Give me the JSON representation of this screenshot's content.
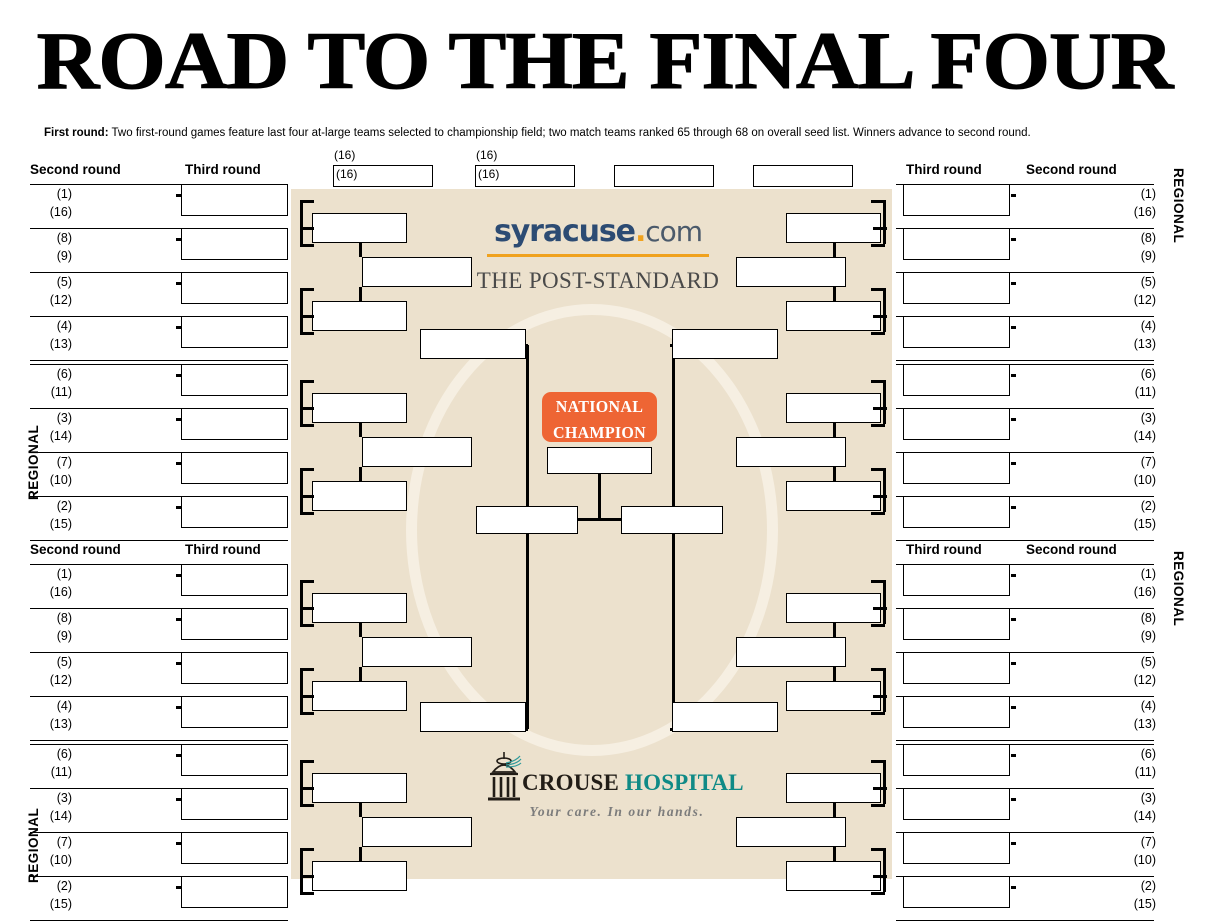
{
  "header": {
    "title": "ROAD TO THE FINAL FOUR",
    "first_round_label": "First round:",
    "first_round_note": "Two first-round games feature last four at-large teams selected to championship field; two match teams ranked 65 through 68 on overall seed list. Winners advance to second round."
  },
  "colors": {
    "panel_bg": "#ece1cd",
    "ring": "#f6efe2",
    "accent_orange": "#ee6534",
    "syracuse_navy": "#2c4b73",
    "syracuse_gold": "#f0a21e",
    "crouse_teal": "#0f8a86",
    "line": "#000000"
  },
  "round_headers": {
    "second_round": "Second round",
    "third_round": "Third round"
  },
  "regional_label": "REGIONAL",
  "first_round_games": [
    {
      "top_seed": "(16)",
      "bottom_seed": "(16)"
    },
    {
      "top_seed": "(16)",
      "bottom_seed": "(16)"
    },
    {
      "top_seed": "",
      "bottom_seed": ""
    },
    {
      "top_seed": "",
      "bottom_seed": ""
    }
  ],
  "quadrants": {
    "top_left": {
      "side": "left",
      "headers": true,
      "seeds": [
        "(1)",
        "(16)",
        "(8)",
        "(9)",
        "(5)",
        "(12)",
        "(4)",
        "(13)"
      ]
    },
    "bottom_left": {
      "side": "left",
      "headers": false,
      "seeds": [
        "(6)",
        "(11)",
        "(3)",
        "(14)",
        "(7)",
        "(10)",
        "(2)",
        "(15)"
      ]
    },
    "mid_left": {
      "side": "left",
      "headers": true,
      "seeds": [
        "(1)",
        "(16)",
        "(8)",
        "(9)",
        "(5)",
        "(12)",
        "(4)",
        "(13)"
      ]
    },
    "low_left": {
      "side": "left",
      "headers": false,
      "seeds": [
        "(6)",
        "(11)",
        "(3)",
        "(14)",
        "(7)",
        "(10)",
        "(2)",
        "(15)"
      ]
    },
    "top_right": {
      "side": "right",
      "headers": true,
      "seeds": [
        "(1)",
        "(16)",
        "(8)",
        "(9)",
        "(5)",
        "(12)",
        "(4)",
        "(13)"
      ]
    },
    "bottom_right": {
      "side": "right",
      "headers": false,
      "seeds": [
        "(6)",
        "(11)",
        "(3)",
        "(14)",
        "(7)",
        "(10)",
        "(2)",
        "(15)"
      ]
    },
    "mid_right": {
      "side": "right",
      "headers": true,
      "seeds": [
        "(1)",
        "(16)",
        "(8)",
        "(9)",
        "(5)",
        "(12)",
        "(4)",
        "(13)"
      ]
    },
    "low_right": {
      "side": "right",
      "headers": false,
      "seeds": [
        "(6)",
        "(11)",
        "(3)",
        "(14)",
        "(7)",
        "(10)",
        "(2)",
        "(15)"
      ]
    }
  },
  "champion": {
    "badge_line1": "NATIONAL",
    "badge_line2": "CHAMPION"
  },
  "sponsors": {
    "syracuse": {
      "word": "syracuse",
      "dot": ".",
      "tld": "com",
      "post_standard_the": "T",
      "post_standard": "THE POST-STANDARD"
    },
    "crouse": {
      "name_part1": "CROUSE",
      "name_part2": "HOSPITAL",
      "tagline": "Your care. In our hands."
    }
  }
}
